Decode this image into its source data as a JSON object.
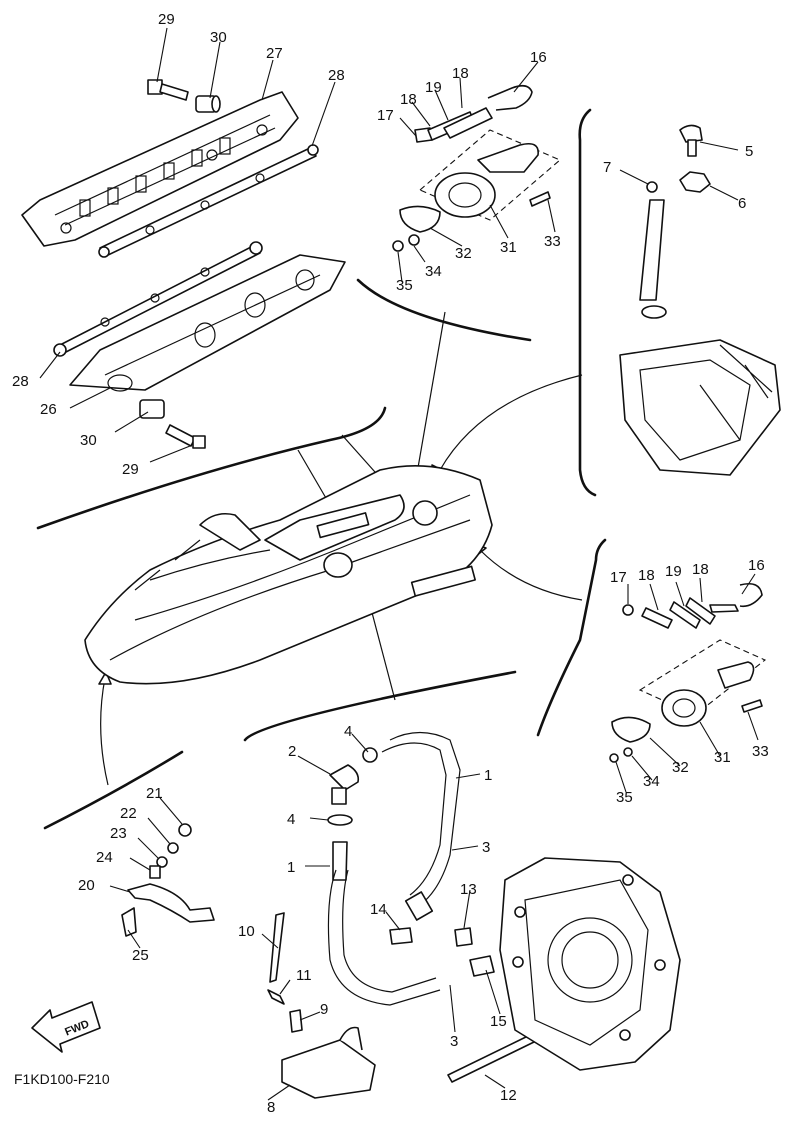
{
  "diagram_code": "F1KD100-F210",
  "direction_label": "FWD",
  "part_numbers": {
    "p29a": "29",
    "p30a": "30",
    "p27": "27",
    "p28a": "28",
    "p28b": "28",
    "p26": "26",
    "p30b": "30",
    "p29b": "29",
    "p16a": "16",
    "p18a": "18",
    "p19a": "19",
    "p18b": "18",
    "p17a": "17",
    "p33a": "33",
    "p31a": "31",
    "p32a": "32",
    "p34a": "34",
    "p35a": "35",
    "p5": "5",
    "p7": "7",
    "p6": "6",
    "p16b": "16",
    "p17b": "17",
    "p18c": "18",
    "p19b": "19",
    "p18d": "18",
    "p33b": "33",
    "p31b": "31",
    "p32b": "32",
    "p34b": "34",
    "p35b": "35",
    "p21": "21",
    "p22": "22",
    "p23": "23",
    "p24": "24",
    "p20": "20",
    "p25": "25",
    "p2": "2",
    "p4a": "4",
    "p4b": "4",
    "p1a": "1",
    "p1b": "1",
    "p3a": "3",
    "p3b": "3",
    "p13": "13",
    "p14": "14",
    "p10": "10",
    "p11": "11",
    "p9": "9",
    "p15": "15",
    "p8": "8",
    "p12": "12"
  }
}
